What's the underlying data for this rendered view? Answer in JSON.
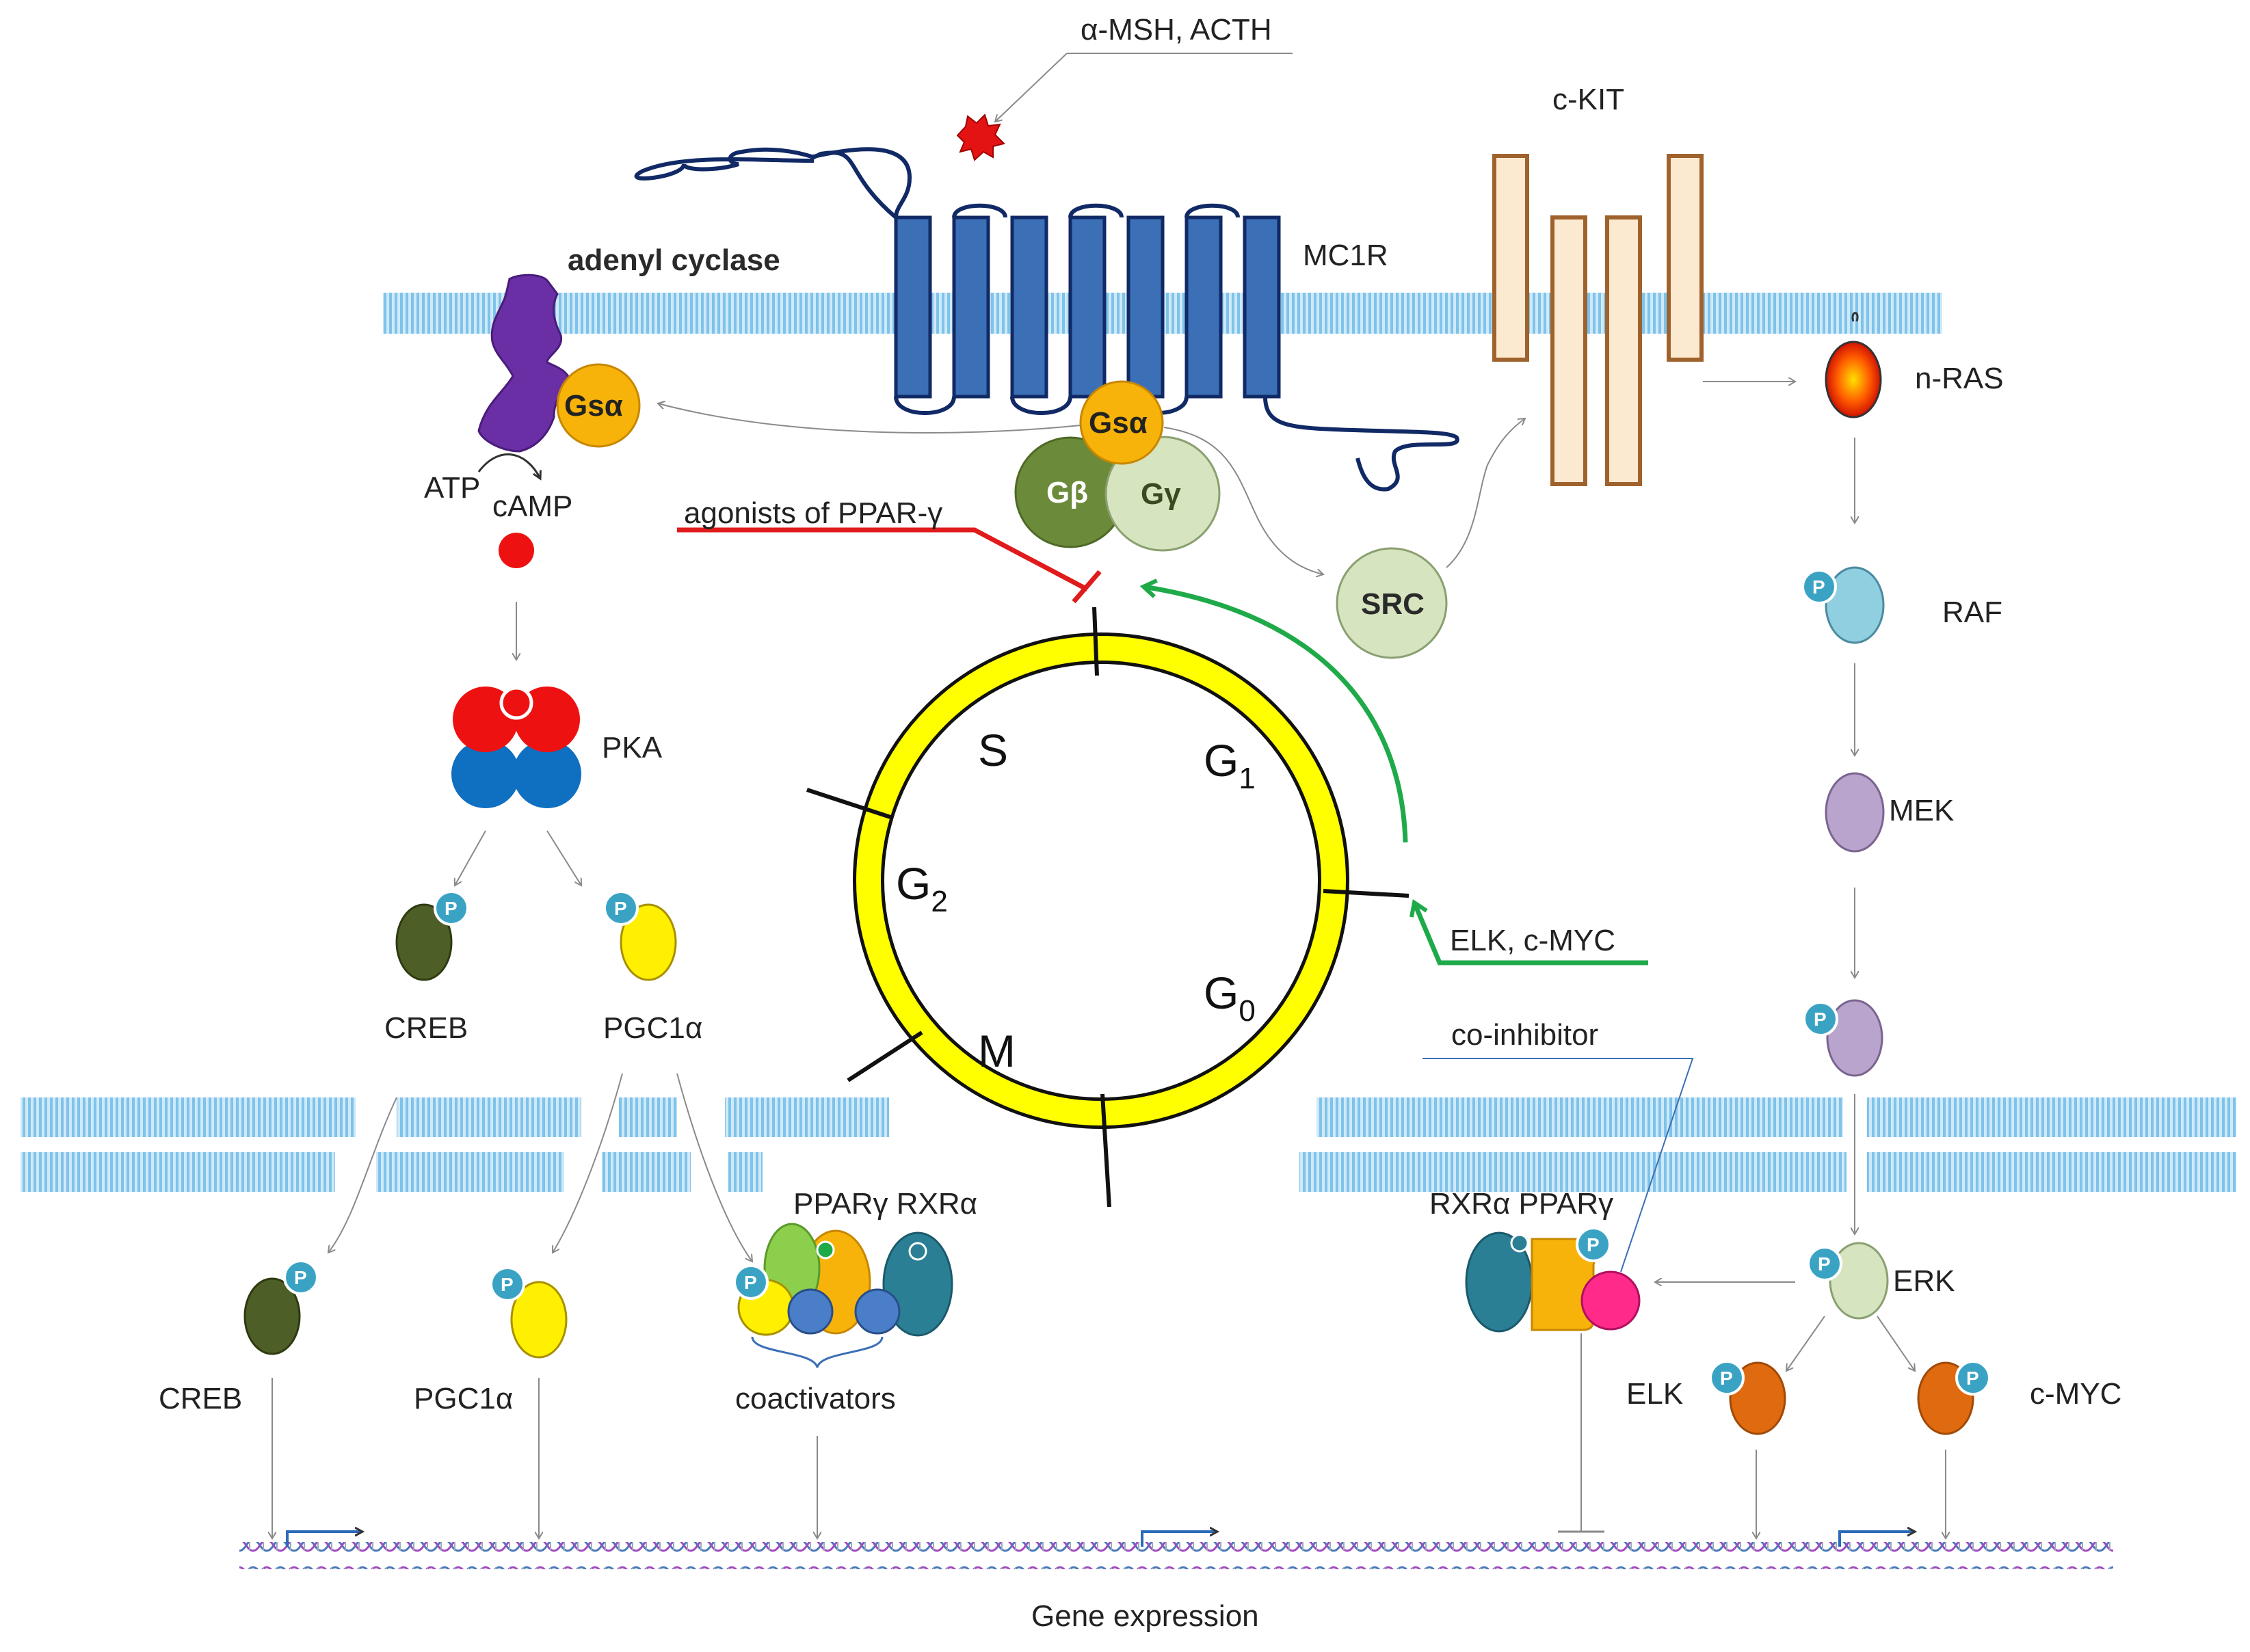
{
  "labels": {
    "ligand": "α-MSH, ACTH",
    "c_kit": "c-KIT",
    "mc1r": "MC1R",
    "adenyl_cyclase": "adenyl cyclase",
    "n_ras": "n-RAS",
    "atp": "ATP",
    "camp": "cAMP",
    "agonists": "agonists of PPAR-γ",
    "src": "SRC",
    "raf": "RAF",
    "pka": "PKA",
    "mek": "MEK",
    "creb_top": "CREB",
    "pgc_top": "PGC1α",
    "elk_cmyc": "ELK, c-MYC",
    "co_inhibitor": "co-inhibitor",
    "ppar_rxr": "PPARγ RXRα",
    "rxr_ppar": "RXRα PPARγ",
    "erk": "ERK",
    "creb_bottom": "CREB",
    "pgc_bottom": "PGC1α",
    "coactivators": "coactivators",
    "elk": "ELK",
    "c_myc": "c-MYC",
    "gene_expression": "Gene expression"
  },
  "g_proteins": {
    "gsa": "Gsα",
    "gb": "Gβ",
    "gy": "Gγ"
  },
  "phospho": "P",
  "cell_cycle": {
    "s": "S",
    "g1_base": "G",
    "g1_sub": "1",
    "g2_base": "G",
    "g2_sub": "2",
    "g0_base": "G",
    "g0_sub": "0",
    "m": "M"
  },
  "colors": {
    "membrane": "#7ec3ea",
    "receptor_blue": "#3b6fb6",
    "ckit_fill": "#fbe9d0",
    "ckit_stroke": "#a0622d",
    "cycle_yellow": "#ffff00",
    "inhibit_red": "#e01b1b",
    "activate_green": "#1faa4a",
    "gsa_orange": "#f7b30a",
    "gb_green": "#6b8a3a",
    "gy_green": "#d6e4c0",
    "phospho_teal": "#3aa3c4"
  }
}
